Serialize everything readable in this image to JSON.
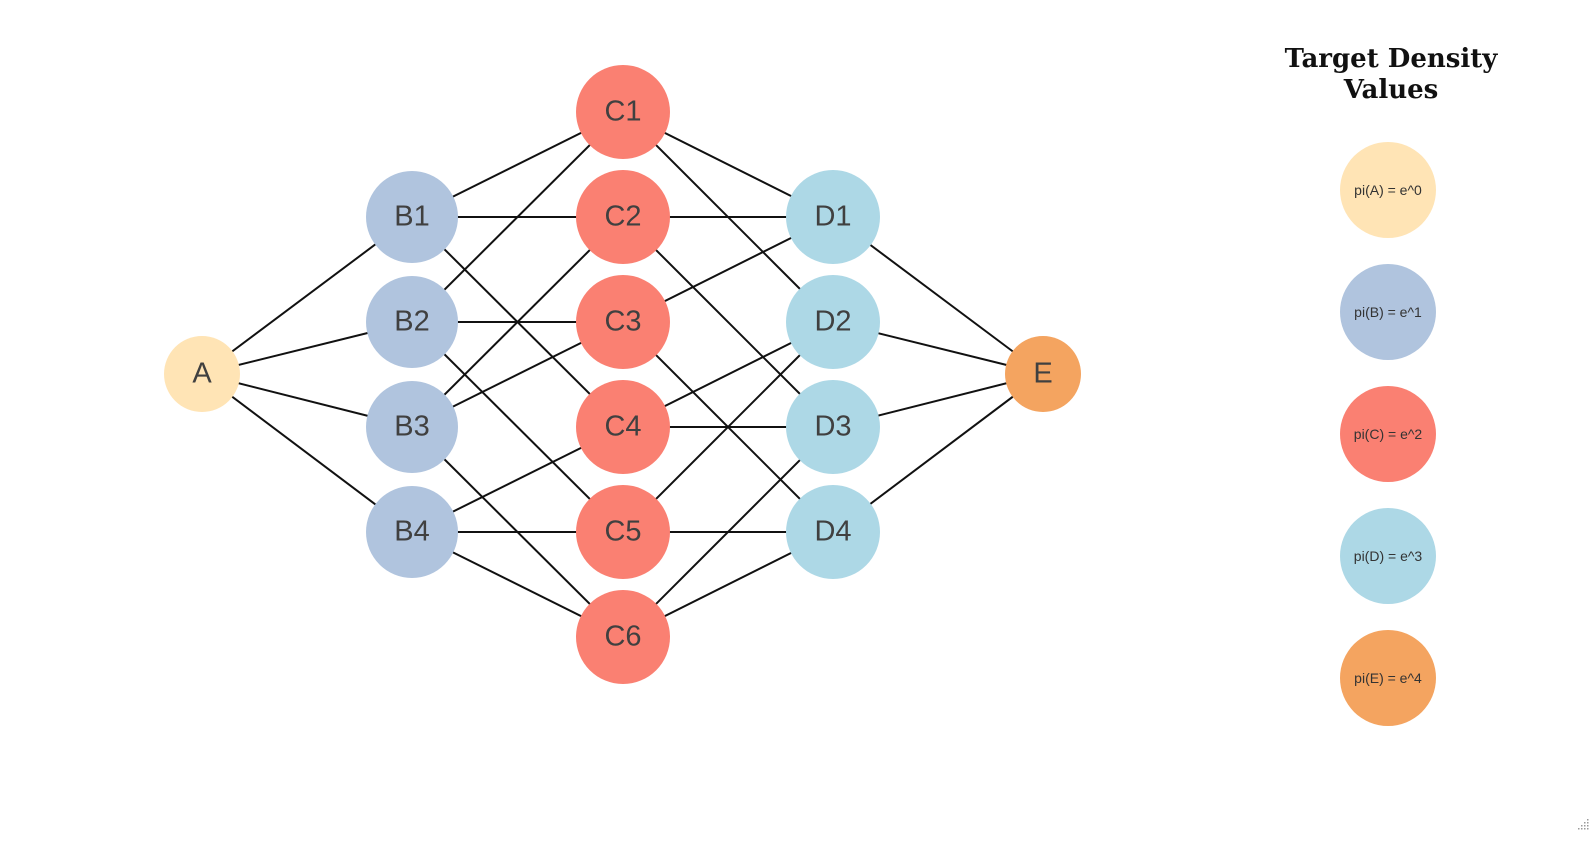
{
  "colors": {
    "A": "#FFE4B5",
    "B": "#B0C4DE",
    "C": "#FA8072",
    "D": "#ADD8E6",
    "E": "#F4A460",
    "edge": "#111111"
  },
  "nodes": [
    {
      "id": "A",
      "label": "A",
      "group": "A"
    },
    {
      "id": "B1",
      "label": "B1",
      "group": "B"
    },
    {
      "id": "B2",
      "label": "B2",
      "group": "B"
    },
    {
      "id": "B3",
      "label": "B3",
      "group": "B"
    },
    {
      "id": "B4",
      "label": "B4",
      "group": "B"
    },
    {
      "id": "C1",
      "label": "C1",
      "group": "C"
    },
    {
      "id": "C2",
      "label": "C2",
      "group": "C"
    },
    {
      "id": "C3",
      "label": "C3",
      "group": "C"
    },
    {
      "id": "C4",
      "label": "C4",
      "group": "C"
    },
    {
      "id": "C5",
      "label": "C5",
      "group": "C"
    },
    {
      "id": "C6",
      "label": "C6",
      "group": "C"
    },
    {
      "id": "D1",
      "label": "D1",
      "group": "D"
    },
    {
      "id": "D2",
      "label": "D2",
      "group": "D"
    },
    {
      "id": "D3",
      "label": "D3",
      "group": "D"
    },
    {
      "id": "D4",
      "label": "D4",
      "group": "D"
    },
    {
      "id": "E",
      "label": "E",
      "group": "E"
    }
  ],
  "edges": [
    [
      "A",
      "B1"
    ],
    [
      "A",
      "B2"
    ],
    [
      "A",
      "B3"
    ],
    [
      "A",
      "B4"
    ],
    [
      "B1",
      "C1"
    ],
    [
      "B1",
      "C2"
    ],
    [
      "B1",
      "C4"
    ],
    [
      "B2",
      "C1"
    ],
    [
      "B2",
      "C3"
    ],
    [
      "B2",
      "C5"
    ],
    [
      "B3",
      "C2"
    ],
    [
      "B3",
      "C3"
    ],
    [
      "B3",
      "C6"
    ],
    [
      "B4",
      "C4"
    ],
    [
      "B4",
      "C5"
    ],
    [
      "B4",
      "C6"
    ],
    [
      "C1",
      "D1"
    ],
    [
      "C1",
      "D2"
    ],
    [
      "C2",
      "D1"
    ],
    [
      "C2",
      "D3"
    ],
    [
      "C3",
      "D1"
    ],
    [
      "C3",
      "D4"
    ],
    [
      "C4",
      "D2"
    ],
    [
      "C4",
      "D3"
    ],
    [
      "C5",
      "D2"
    ],
    [
      "C5",
      "D4"
    ],
    [
      "C6",
      "D3"
    ],
    [
      "C6",
      "D4"
    ],
    [
      "D1",
      "E"
    ],
    [
      "D2",
      "E"
    ],
    [
      "D3",
      "E"
    ],
    [
      "D4",
      "E"
    ]
  ],
  "legend": {
    "title_line1": "Target Density",
    "title_line2": "Values",
    "items": [
      {
        "group": "A",
        "label": "pi(A) = e^0"
      },
      {
        "group": "B",
        "label": "pi(B) = e^1"
      },
      {
        "group": "C",
        "label": "pi(C) = e^2"
      },
      {
        "group": "D",
        "label": "pi(D) = e^3"
      },
      {
        "group": "E",
        "label": "pi(E) = e^4"
      }
    ]
  }
}
